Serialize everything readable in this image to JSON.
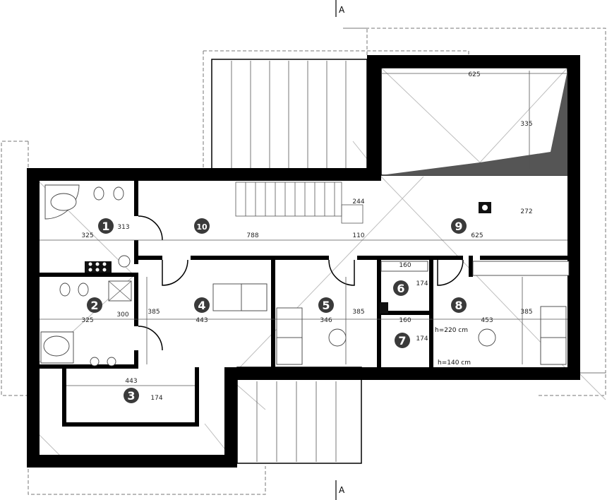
{
  "section_marker": "A",
  "rooms": [
    {
      "id": "room-1",
      "number": "1",
      "dims": [
        "325",
        "313"
      ]
    },
    {
      "id": "room-2",
      "number": "2",
      "dims": [
        "325",
        "300"
      ]
    },
    {
      "id": "room-3",
      "number": "3",
      "dims": [
        "443",
        "174"
      ]
    },
    {
      "id": "room-4",
      "number": "4",
      "dims": [
        "443",
        "385"
      ]
    },
    {
      "id": "room-5",
      "number": "5",
      "dims": [
        "346",
        "385"
      ]
    },
    {
      "id": "room-6",
      "number": "6",
      "dims": [
        "160",
        "174"
      ]
    },
    {
      "id": "room-7",
      "number": "7",
      "dims": [
        "160",
        "174"
      ]
    },
    {
      "id": "room-8",
      "number": "8",
      "dims": [
        "453",
        "385"
      ]
    },
    {
      "id": "room-9",
      "number": "9",
      "dims": [
        "625",
        "272"
      ]
    },
    {
      "id": "room-10",
      "number": "10",
      "dims": [
        "788",
        "110"
      ]
    }
  ],
  "extra_dims": {
    "top_width": "625",
    "top_height": "335",
    "stair_note": "244"
  },
  "height_notes": {
    "h220": "h=220 cm",
    "h140": "h=140 cm"
  }
}
